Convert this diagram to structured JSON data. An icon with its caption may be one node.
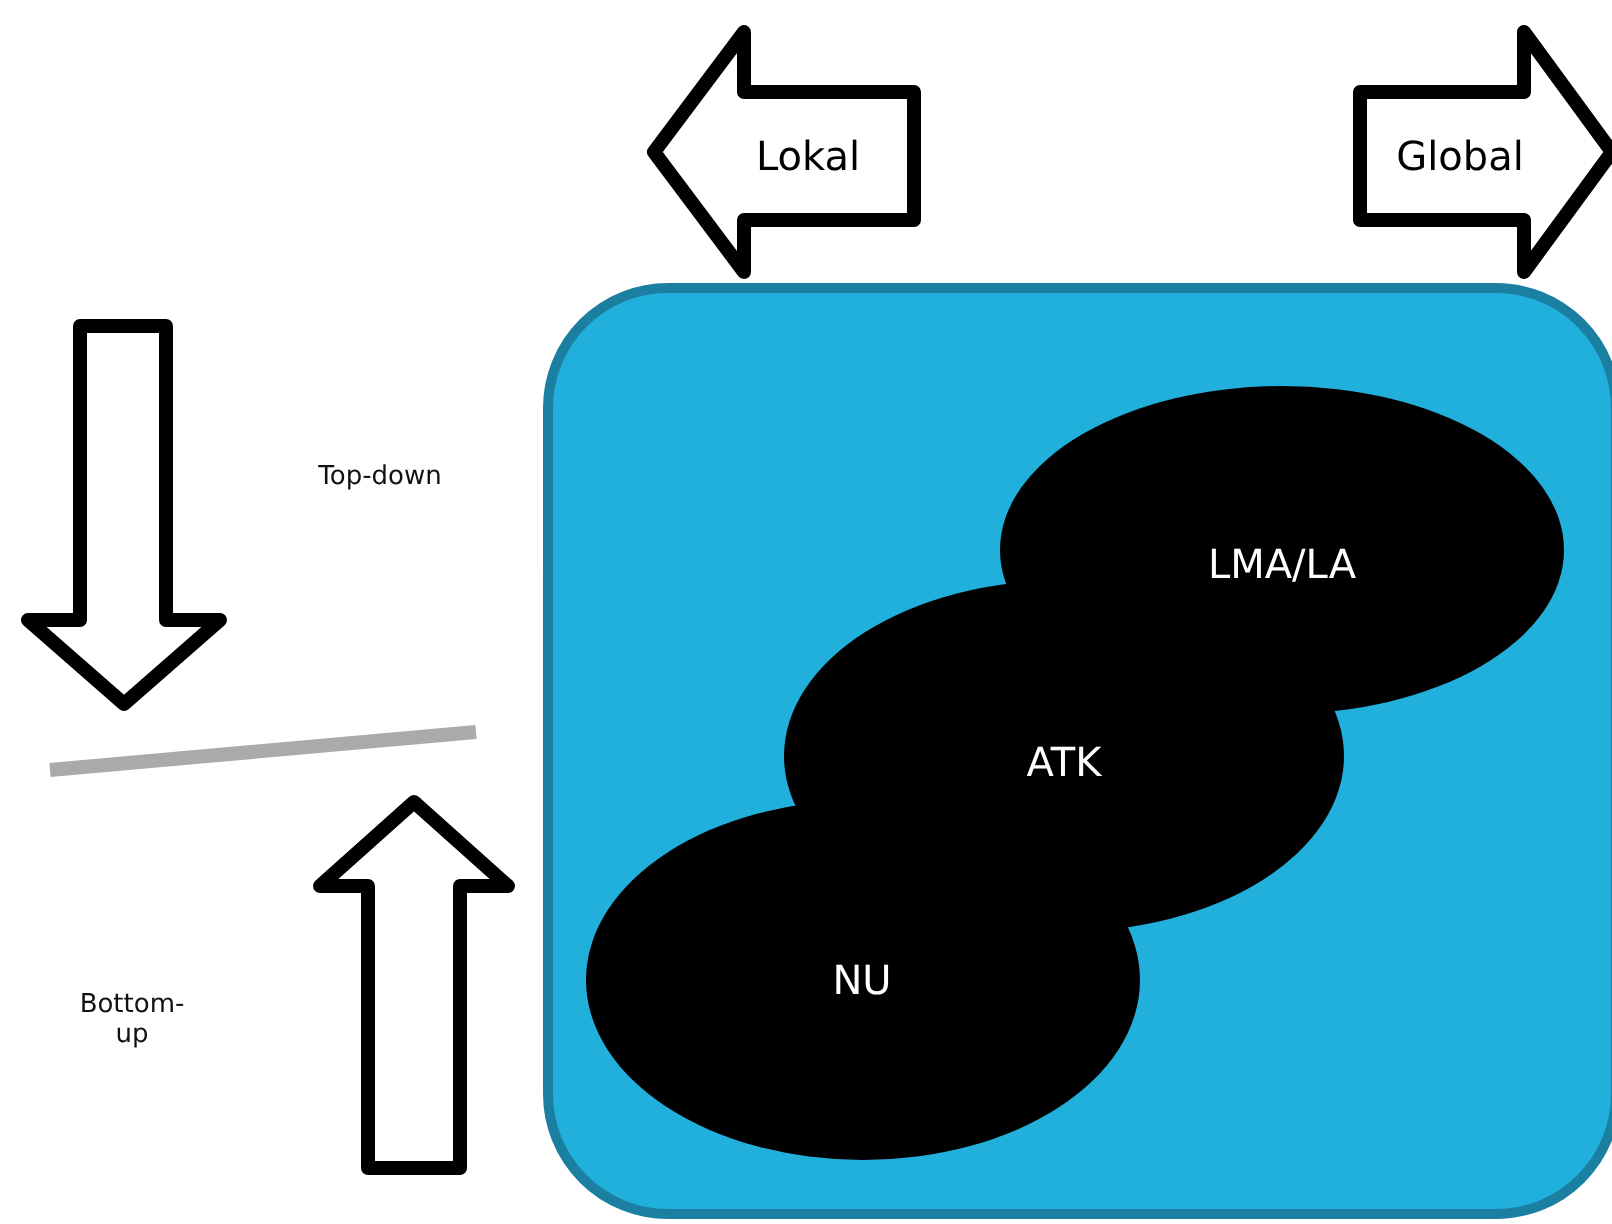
{
  "diagram": {
    "nodes": [
      {
        "text": [
          "Lokal"
        ]
      },
      {
        "text": [
          "Global"
        ]
      },
      {
        "text": [],
        "shape": "box"
      },
      {
        "text": [
          "LMA/LA"
        ],
        "in": 2
      },
      {
        "text": [
          "ATK"
        ],
        "in": 2
      },
      {
        "text": [
          "NU"
        ],
        "in": 2
      }
    ],
    "edges": [],
    "labels": [
      "Top-down",
      "Bottom-up"
    ]
  }
}
